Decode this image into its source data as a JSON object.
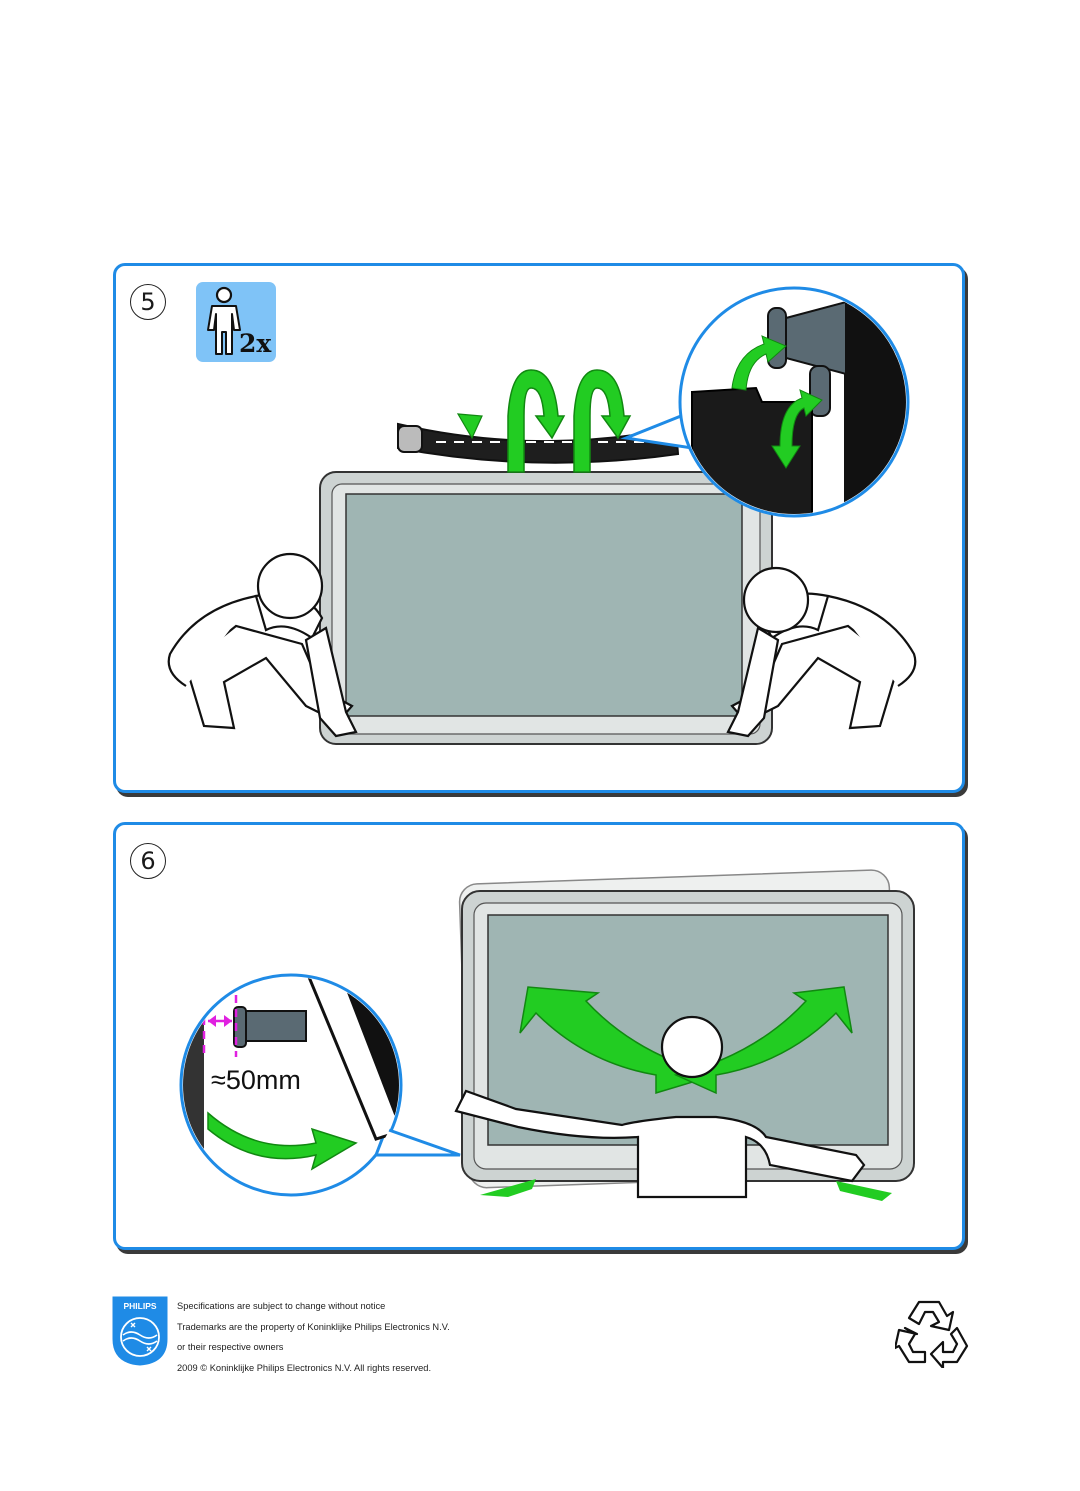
{
  "steps": [
    {
      "number": "5",
      "people_badge": "2x"
    },
    {
      "number": "6",
      "measurement": "≈50mm"
    }
  ],
  "footer": {
    "brand": "PHILIPS",
    "lines": [
      "Specifications are subject to change without notice",
      "Trademarks are the property of Koninklijke Philips Electronics N.V.",
      "or their respective owners",
      "2009 © Koninklijke Philips Electronics N.V. All rights reserved."
    ]
  },
  "colors": {
    "panel_border": "#1f8be6",
    "badge_bg": "#7fc3f7",
    "arrow_green": "#22cc22",
    "screen": "#9fb5b3",
    "dimension_magenta": "#e020e0"
  },
  "icons": [
    "person-icon",
    "recycle-icon",
    "philips-shield-icon"
  ]
}
